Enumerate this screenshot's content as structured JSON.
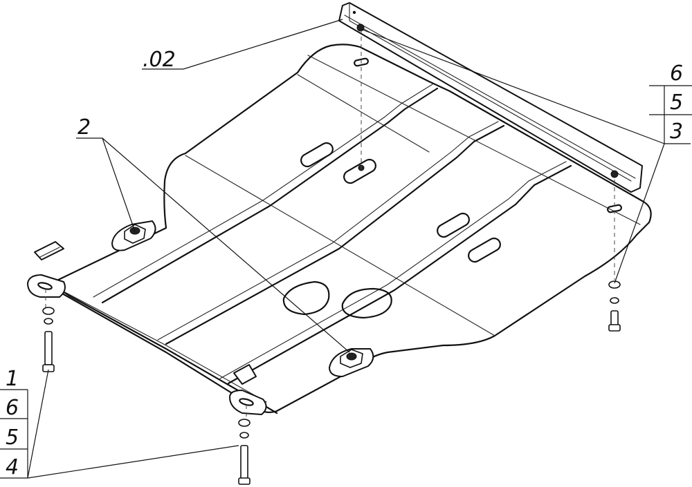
{
  "callouts": {
    "part_code": ".02",
    "bracket_bolt": "2",
    "right_stack": [
      "6",
      "5",
      "3"
    ],
    "left_stack": [
      "1",
      "6",
      "5",
      "4"
    ]
  }
}
